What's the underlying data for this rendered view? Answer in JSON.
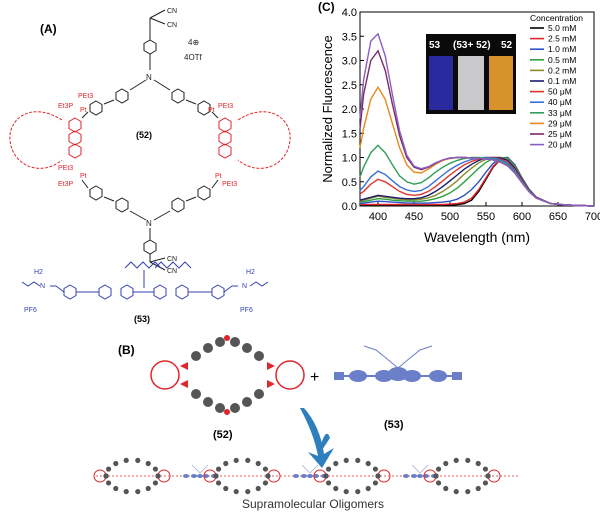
{
  "panels": {
    "a_label": "(A)",
    "b_label": "(B)",
    "c_label": "(C)"
  },
  "structure": {
    "compound_52": "(52)",
    "compound_53": "(53)",
    "charge": "4⊕",
    "counterion": "4OTf",
    "cn": "CN",
    "n": "N",
    "pet3": "PEt3",
    "et3p": "Et3P",
    "pt": "Pt",
    "h2": "H2",
    "pf6": "PF6"
  },
  "scheme": {
    "plus": "+",
    "label_52": "(52)",
    "label_53": "(53)",
    "product": "Supramolecular Oligomers"
  },
  "inset": {
    "labels": [
      "53",
      "(53+ 52)",
      "52"
    ]
  },
  "colors": {
    "macrocycle_red": "#e0262b",
    "phenyl_grey": "#555555",
    "guest_blue": "#3442b4",
    "arrow_blue": "#2e7fbd"
  },
  "chart_data": {
    "type": "line",
    "title": "",
    "xlabel": "Wavelength (nm)",
    "ylabel": "Normalized Fluorescence",
    "xlim": [
      375,
      700
    ],
    "ylim": [
      0,
      4.0
    ],
    "xticks": [
      400,
      450,
      500,
      550,
      600,
      650,
      700
    ],
    "yticks": [
      0.0,
      0.5,
      1.0,
      1.5,
      2.0,
      2.5,
      3.0,
      3.5,
      4.0
    ],
    "legend_title": "Concentration",
    "legend_position": "top-right",
    "x": [
      375,
      380,
      390,
      400,
      410,
      420,
      430,
      440,
      450,
      460,
      470,
      480,
      490,
      500,
      510,
      520,
      530,
      540,
      550,
      560,
      570,
      580,
      590,
      600,
      610,
      620,
      640,
      660,
      680,
      700
    ],
    "series": [
      {
        "name": "5.0 mM",
        "color": "#000000",
        "values": [
          0.02,
          0.02,
          0.02,
          0.02,
          0.02,
          0.02,
          0.02,
          0.02,
          0.02,
          0.02,
          0.02,
          0.02,
          0.02,
          0.02,
          0.03,
          0.05,
          0.12,
          0.3,
          0.55,
          0.8,
          0.96,
          1.0,
          0.85,
          0.58,
          0.34,
          0.18,
          0.05,
          0.02,
          0.01,
          0.0
        ]
      },
      {
        "name": "2.5 mM",
        "color": "#e4262b",
        "values": [
          0.03,
          0.03,
          0.03,
          0.03,
          0.03,
          0.03,
          0.03,
          0.03,
          0.03,
          0.03,
          0.03,
          0.03,
          0.03,
          0.04,
          0.05,
          0.08,
          0.16,
          0.34,
          0.58,
          0.82,
          0.97,
          1.0,
          0.84,
          0.57,
          0.34,
          0.18,
          0.05,
          0.02,
          0.01,
          0.0
        ]
      },
      {
        "name": "1.0 mM",
        "color": "#2b54c8",
        "values": [
          0.05,
          0.06,
          0.08,
          0.1,
          0.09,
          0.08,
          0.07,
          0.06,
          0.06,
          0.06,
          0.06,
          0.07,
          0.08,
          0.1,
          0.14,
          0.22,
          0.34,
          0.5,
          0.7,
          0.88,
          0.99,
          1.0,
          0.84,
          0.57,
          0.33,
          0.18,
          0.05,
          0.02,
          0.01,
          0.0
        ]
      },
      {
        "name": "0.5 mM",
        "color": "#2ea043",
        "values": [
          0.08,
          0.09,
          0.12,
          0.15,
          0.14,
          0.12,
          0.11,
          0.1,
          0.1,
          0.1,
          0.12,
          0.15,
          0.2,
          0.27,
          0.37,
          0.5,
          0.64,
          0.78,
          0.9,
          0.98,
          1.0,
          0.98,
          0.82,
          0.56,
          0.33,
          0.17,
          0.05,
          0.02,
          0.01,
          0.0
        ]
      },
      {
        "name": "0.2 mM",
        "color": "#8a8a2a",
        "values": [
          0.1,
          0.12,
          0.16,
          0.2,
          0.18,
          0.16,
          0.14,
          0.13,
          0.13,
          0.14,
          0.17,
          0.22,
          0.3,
          0.4,
          0.52,
          0.66,
          0.78,
          0.89,
          0.96,
          1.0,
          1.0,
          0.96,
          0.8,
          0.55,
          0.32,
          0.17,
          0.05,
          0.02,
          0.01,
          0.0
        ]
      },
      {
        "name": "0.1 mM",
        "color": "#1c1c6e",
        "values": [
          0.12,
          0.14,
          0.18,
          0.22,
          0.2,
          0.18,
          0.16,
          0.15,
          0.15,
          0.17,
          0.22,
          0.3,
          0.4,
          0.52,
          0.64,
          0.76,
          0.86,
          0.94,
          0.99,
          1.0,
          0.99,
          0.94,
          0.78,
          0.54,
          0.32,
          0.17,
          0.05,
          0.02,
          0.01,
          0.0
        ]
      },
      {
        "name": "50 μM",
        "color": "#e2342c",
        "values": [
          0.25,
          0.3,
          0.45,
          0.55,
          0.5,
          0.4,
          0.3,
          0.24,
          0.22,
          0.24,
          0.3,
          0.4,
          0.52,
          0.64,
          0.75,
          0.85,
          0.92,
          0.97,
          1.0,
          1.0,
          0.97,
          0.9,
          0.75,
          0.52,
          0.31,
          0.17,
          0.05,
          0.02,
          0.01,
          0.0
        ]
      },
      {
        "name": "40 μM",
        "color": "#3a6fd8",
        "values": [
          0.32,
          0.4,
          0.6,
          0.72,
          0.65,
          0.52,
          0.4,
          0.33,
          0.3,
          0.32,
          0.4,
          0.52,
          0.64,
          0.75,
          0.84,
          0.91,
          0.96,
          0.99,
          1.0,
          0.99,
          0.95,
          0.88,
          0.73,
          0.51,
          0.31,
          0.16,
          0.05,
          0.02,
          0.01,
          0.0
        ]
      },
      {
        "name": "33 μM",
        "color": "#2f9e57",
        "values": [
          0.6,
          0.8,
          1.1,
          1.25,
          1.1,
          0.85,
          0.62,
          0.5,
          0.45,
          0.48,
          0.58,
          0.7,
          0.8,
          0.88,
          0.94,
          0.98,
          1.0,
          1.0,
          0.98,
          0.96,
          0.92,
          0.85,
          0.7,
          0.49,
          0.3,
          0.16,
          0.05,
          0.02,
          0.01,
          0.0
        ]
      },
      {
        "name": "29 μM",
        "color": "#e8891e",
        "values": [
          1.2,
          1.6,
          2.2,
          2.45,
          2.2,
          1.7,
          1.2,
          0.85,
          0.7,
          0.68,
          0.76,
          0.86,
          0.94,
          0.98,
          1.0,
          1.0,
          0.99,
          0.98,
          0.97,
          0.95,
          0.9,
          0.83,
          0.68,
          0.48,
          0.29,
          0.16,
          0.05,
          0.02,
          0.01,
          0.0
        ]
      },
      {
        "name": "25 μM",
        "color": "#7a2a6a",
        "values": [
          1.6,
          2.3,
          3.0,
          3.2,
          2.8,
          2.1,
          1.45,
          1.0,
          0.8,
          0.75,
          0.8,
          0.88,
          0.95,
          0.99,
          1.0,
          1.0,
          0.99,
          0.98,
          0.97,
          0.95,
          0.9,
          0.83,
          0.68,
          0.48,
          0.29,
          0.16,
          0.05,
          0.02,
          0.01,
          0.0
        ]
      },
      {
        "name": "20 μM",
        "color": "#8b5fc0",
        "values": [
          1.8,
          2.6,
          3.4,
          3.55,
          3.1,
          2.3,
          1.55,
          1.05,
          0.82,
          0.77,
          0.81,
          0.89,
          0.95,
          0.99,
          1.0,
          1.0,
          0.99,
          0.98,
          0.97,
          0.95,
          0.9,
          0.83,
          0.68,
          0.48,
          0.29,
          0.16,
          0.05,
          0.02,
          0.01,
          0.0
        ]
      }
    ]
  }
}
